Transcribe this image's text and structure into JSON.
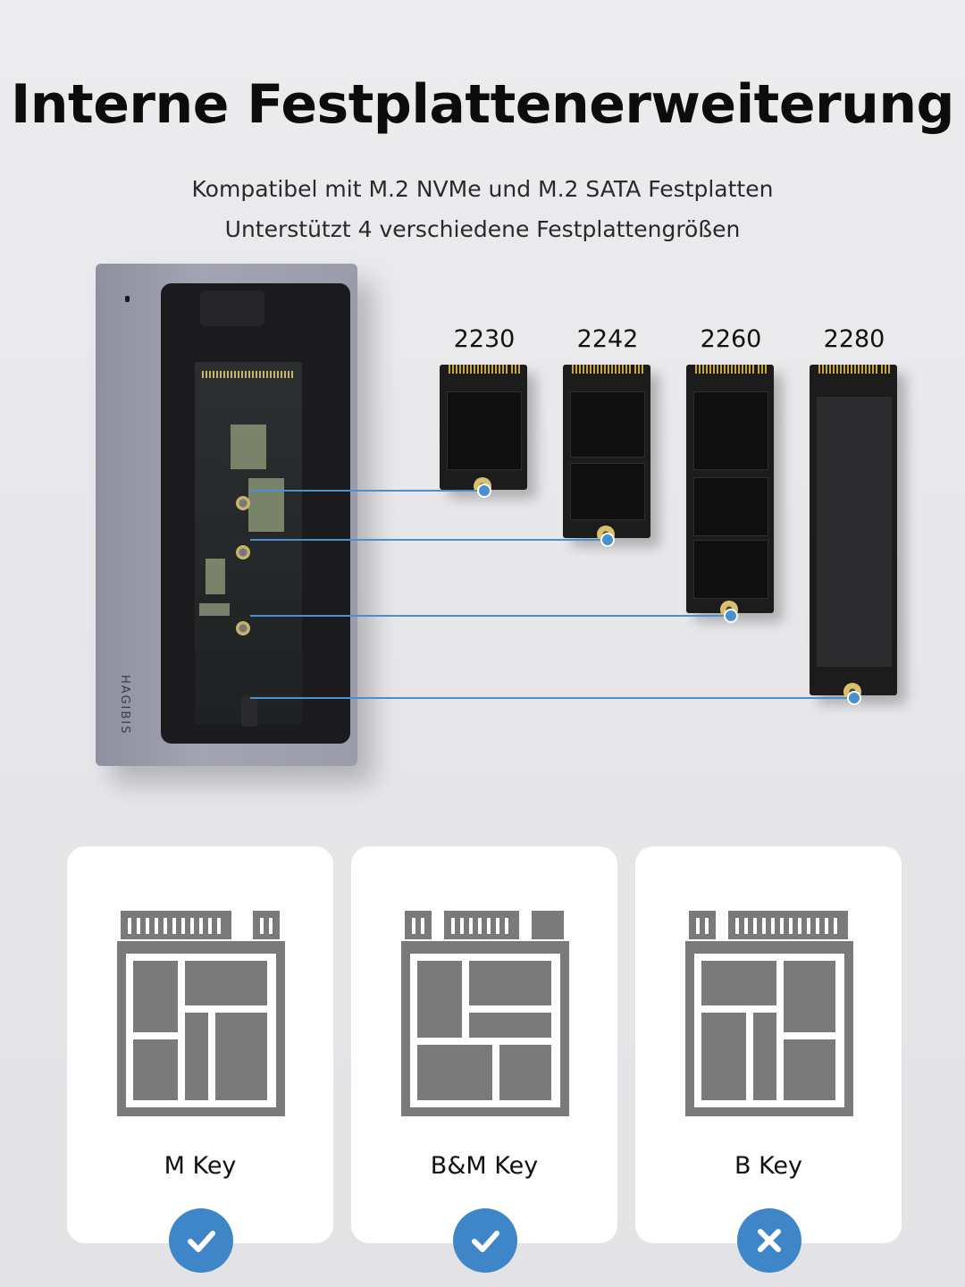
{
  "header": {
    "title": "Interne Festplattenerweiterung",
    "subtitle_line1": "Kompatibel mit M.2 NVMe und M.2 SATA Festplatten",
    "subtitle_line2": "Unterstützt 4 verschiedene Festplattengrößen"
  },
  "enclosure": {
    "brand": "HAGIBIS"
  },
  "ssd_sizes": [
    "2230",
    "2242",
    "2260",
    "2280"
  ],
  "keys": [
    {
      "label": "M Key",
      "status": "supported",
      "status_icon": "check-icon"
    },
    {
      "label": "B&M Key",
      "status": "supported",
      "status_icon": "check-icon"
    },
    {
      "label": "B Key",
      "status": "not-supported",
      "status_icon": "x-icon"
    }
  ],
  "colors": {
    "accent_blue": "#3f86c9",
    "line_blue": "#4a8fcf",
    "diagram_gray": "#7a7a7a"
  }
}
